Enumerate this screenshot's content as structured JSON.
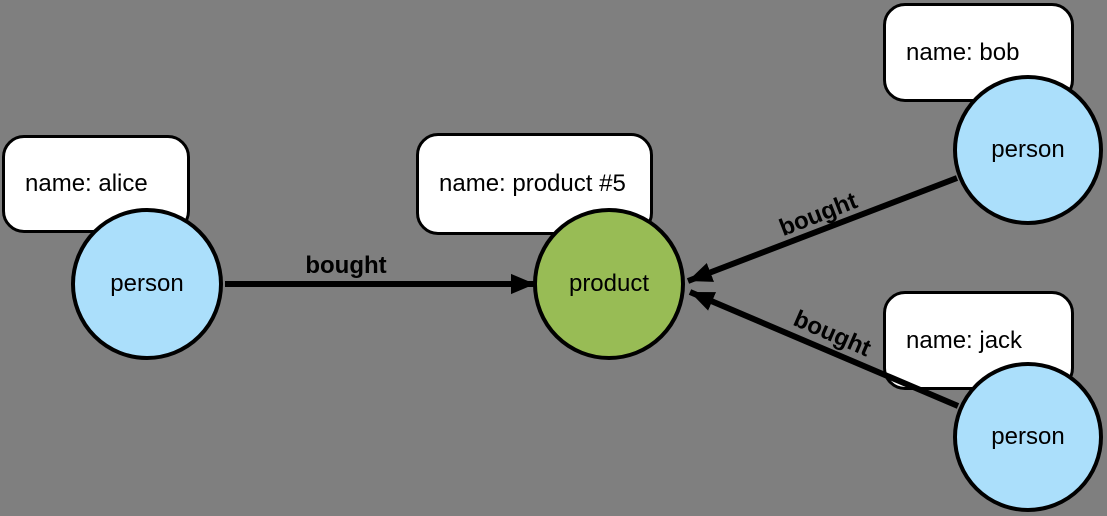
{
  "colors": {
    "background": "#7f7f7f",
    "person_node": "#abdffb",
    "product_node": "#98bc55",
    "stroke": "#000000",
    "label_box_bg": "#ffffff"
  },
  "nodes": {
    "alice": {
      "label": "person",
      "property": "name: alice"
    },
    "bob": {
      "label": "person",
      "property": "name: bob"
    },
    "jack": {
      "label": "person",
      "property": "name: jack"
    },
    "product": {
      "label": "product",
      "property": "name: product #5"
    }
  },
  "edges": {
    "alice_product": {
      "label": "bought"
    },
    "bob_product": {
      "label": "bought"
    },
    "jack_product": {
      "label": "bought"
    }
  }
}
